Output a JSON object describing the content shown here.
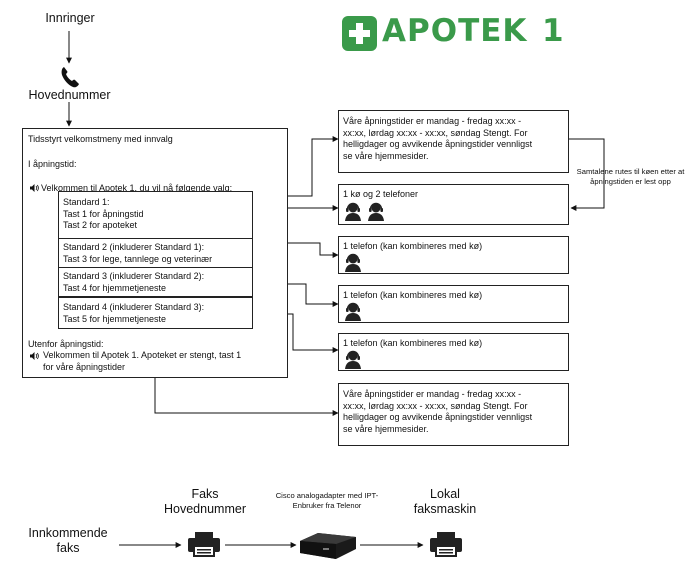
{
  "logo": {
    "text": "APOTEK",
    "number": "1",
    "color": "#3a9a4a"
  },
  "top": {
    "incoming_label": "Innringer",
    "main_number_label": "Hovednummer"
  },
  "menu": {
    "title": "Tidsstyrt velkomstmeny med innvalg",
    "open_heading": "I åpningstid:",
    "open_message": "Velkommen til Apotek 1, du vil nå følgende valg:",
    "standard1": "Standard 1:\nTast 1 for åpningstid\nTast 2 for apoteket",
    "standard2": "Standard 2 (inkluderer Standard 1):\nTast 3 for lege, tannlege og veterinær",
    "standard3": "Standard 3 (inkluderer Standard 2):\nTast 4 for hjemmetjeneste",
    "standard4": "Standard 4 (inkluderer Standard 3):\nTast 5 for hjemmetjeneste",
    "closed_heading": "Utenfor åpningstid:",
    "closed_message": "Velkommen til Apotek 1. Apoteket er stengt, tast 1\nfor våre åpningstider"
  },
  "right": {
    "hours_text_1": "Våre åpningstider er mandag - fredag xx:xx -\nxx:xx, lørdag xx:xx - xx:xx, søndag Stengt. For\nhelligdager og avvikende åpningstider vennligst\nse våre hjemmesider.",
    "queue_box": "1 kø og 2 telefoner",
    "phone_box_1": "1 telefon (kan kombineres med kø)",
    "phone_box_2": "1 telefon (kan kombineres med kø)",
    "phone_box_3": "1 telefon (kan kombineres med kø)",
    "hours_text_2": "Våre åpningstider er mandag - fredag xx:xx -\nxx:xx, lørdag xx:xx - xx:xx, søndag Stengt. For\nhelligdager og avvikende åpningstider vennligst\nse våre hjemmesider.",
    "routing_note": "Samtalene rutes til køen etter\nat åpningstiden er lest opp"
  },
  "fax": {
    "incoming_label": "Innkommende\nfaks",
    "main_number_label": "Faks\nHovednummer",
    "adapter_label": "Cisco analogadapter med\nIPT-Enbruker fra Telenor",
    "local_label": "Lokal\nfaksmaskin"
  },
  "icons": {
    "phone": "phone-icon",
    "speaker": "speaker-icon",
    "agent": "headset-agent-icon",
    "fax": "fax-machine-icon",
    "adapter": "analog-adapter-icon",
    "logo_cross": "pharmacy-cross-icon"
  }
}
